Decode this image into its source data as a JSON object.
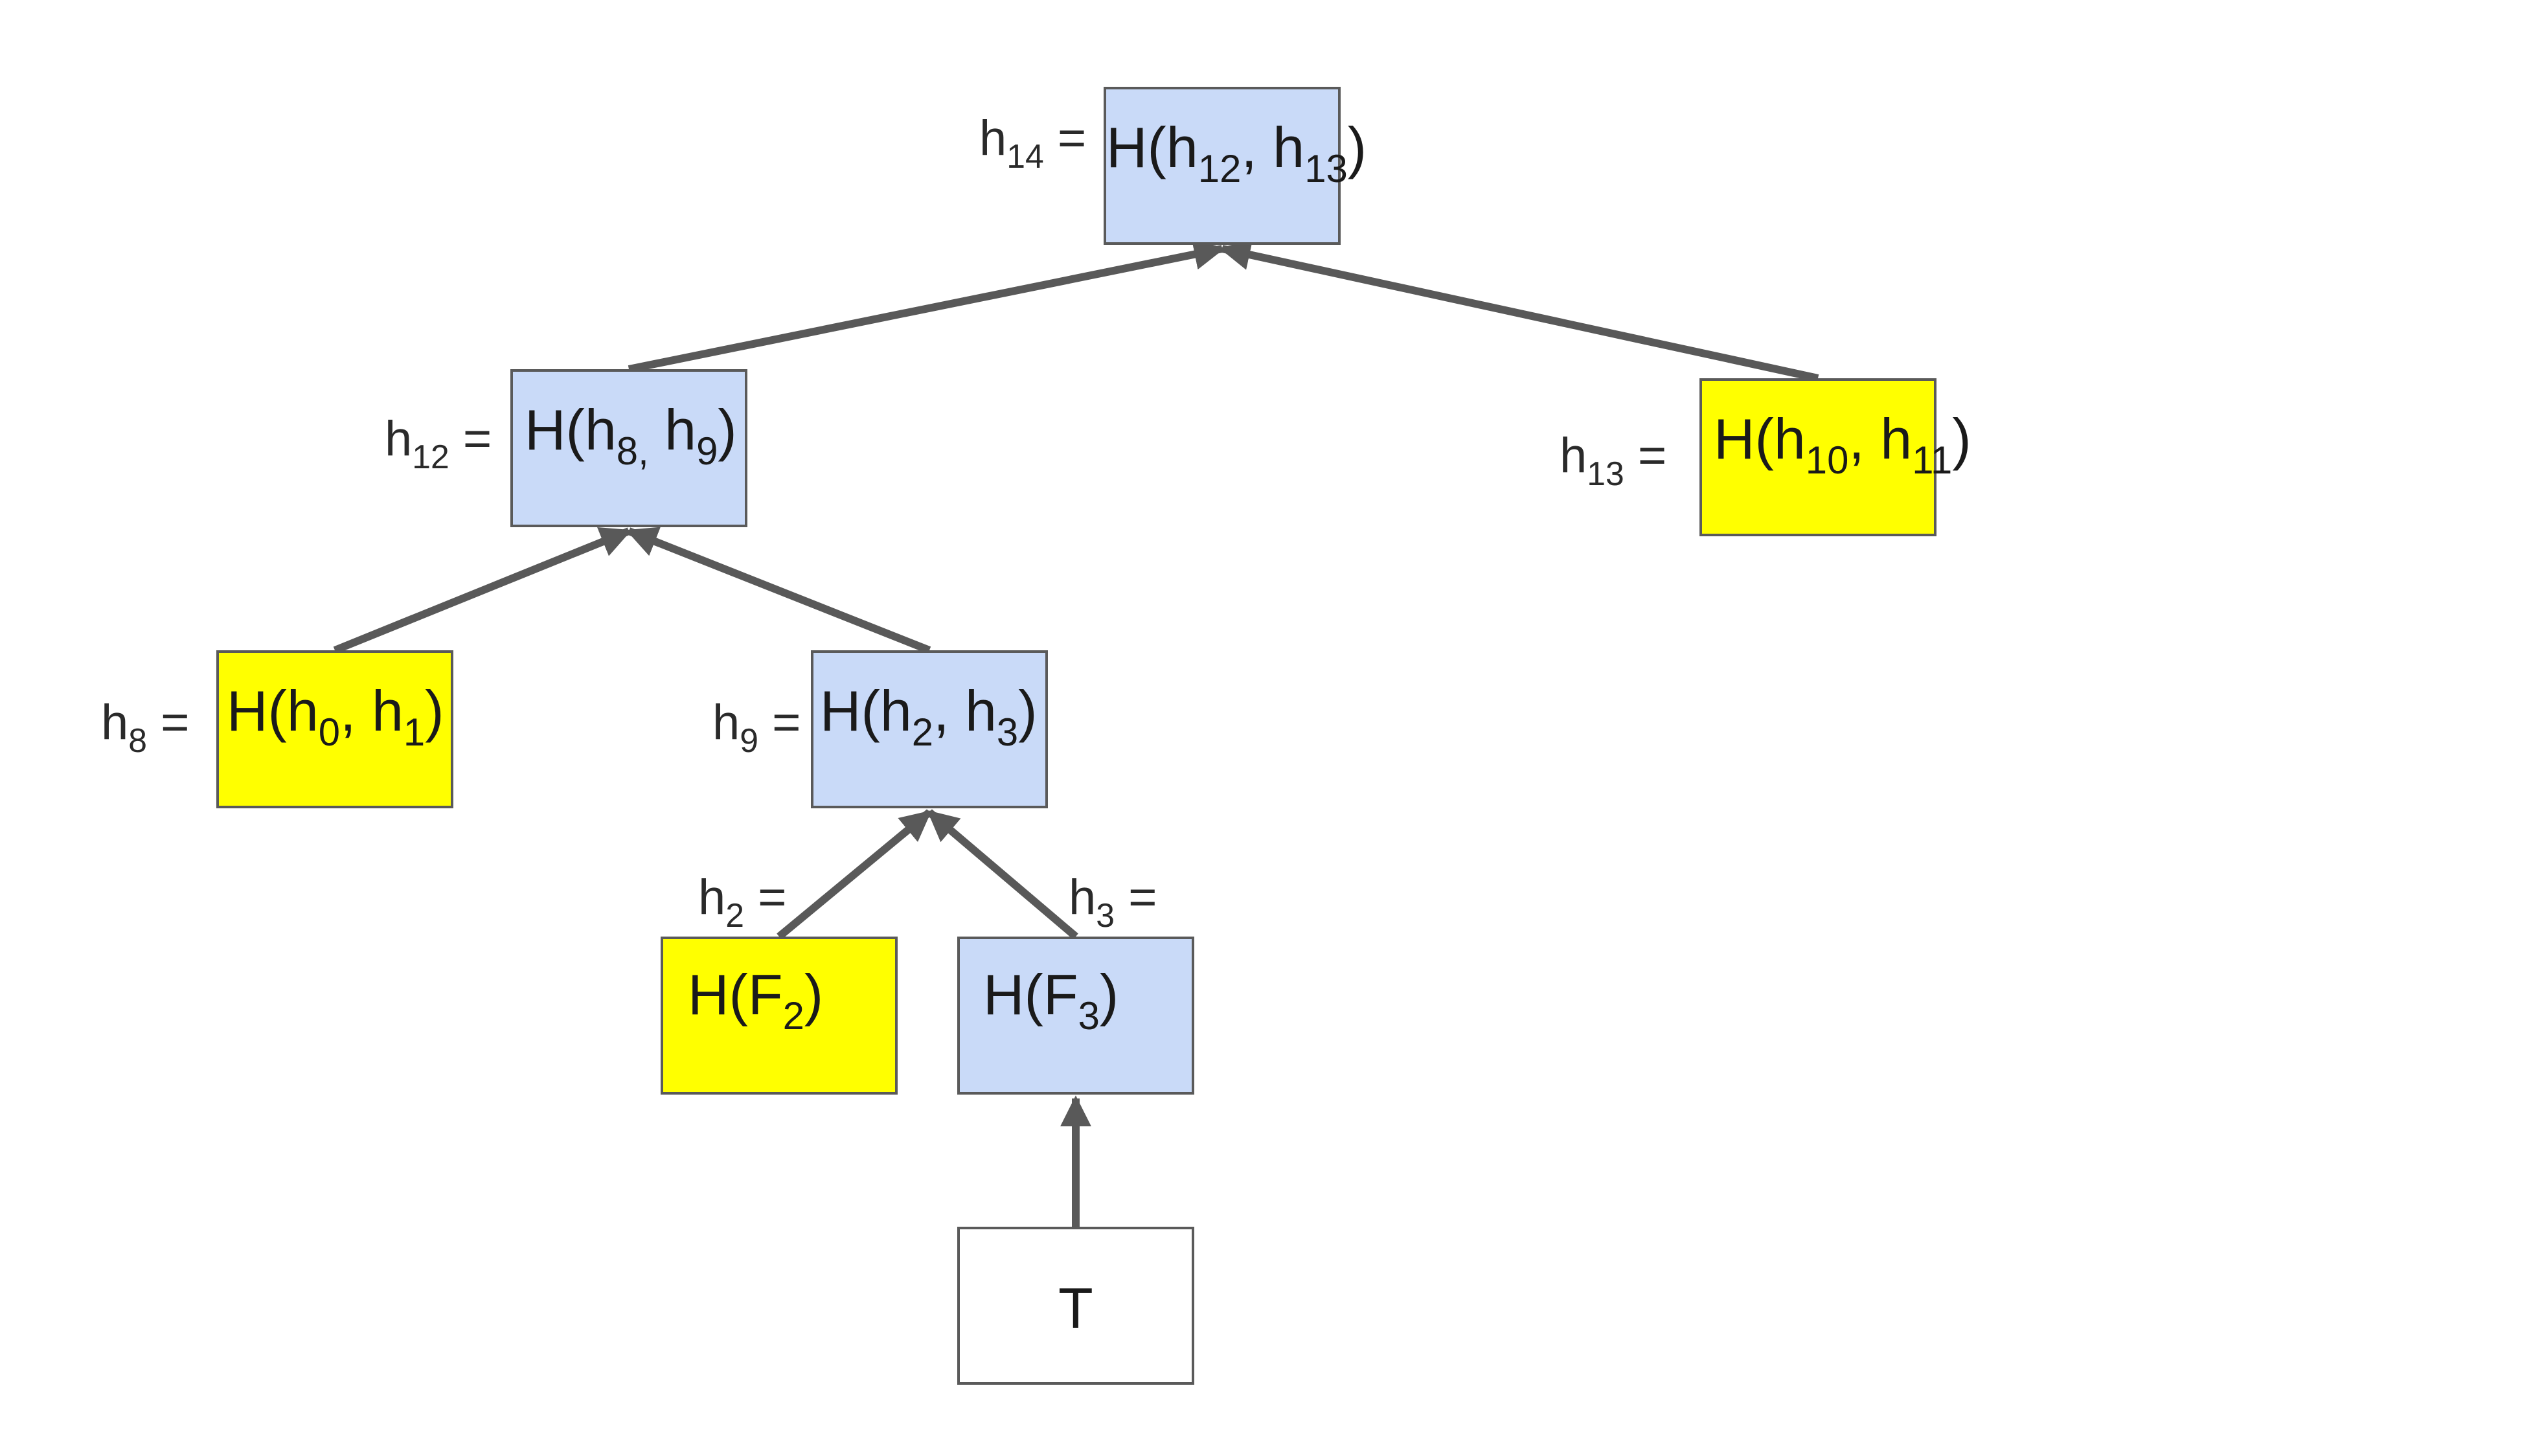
{
  "colors": {
    "highlight_fill": "#ffff00",
    "path_fill": "#c9daf8",
    "plain_fill": "#ffffff",
    "border": "#5a5a5a",
    "edge": "#595959"
  },
  "nodes": [
    {
      "id": "h14",
      "label_sym": "h",
      "label_sub": "14",
      "label_eq": " =",
      "text_pre": "H(h",
      "text_sub1": "12",
      "text_mid": ", h",
      "text_sub2": "13",
      "text_post": ")",
      "fill": "path"
    },
    {
      "id": "h12",
      "label_sym": "h",
      "label_sub": "12",
      "label_eq": " =",
      "text_pre": "H(h",
      "text_sub1": "8,",
      "text_mid": " h",
      "text_sub2": "9",
      "text_post": ")",
      "fill": "path"
    },
    {
      "id": "h13",
      "label_sym": "h",
      "label_sub": "13",
      "label_eq": " =",
      "text_pre": "H(h",
      "text_sub1": "10",
      "text_mid": ", h",
      "text_sub2": "11",
      "text_post": ")",
      "fill": "highlight"
    },
    {
      "id": "h8",
      "label_sym": "h",
      "label_sub": "8",
      "label_eq": " =",
      "text_pre": "H(h",
      "text_sub1": "0",
      "text_mid": ", h",
      "text_sub2": "1",
      "text_post": ")",
      "fill": "highlight"
    },
    {
      "id": "h9",
      "label_sym": "h",
      "label_sub": "9",
      "label_eq": " =",
      "text_pre": "H(h",
      "text_sub1": "2",
      "text_mid": ", h",
      "text_sub2": "3",
      "text_post": ")",
      "fill": "path"
    },
    {
      "id": "h2",
      "label_sym": "h",
      "label_sub": "2",
      "label_eq": " =",
      "text_pre": "H(F",
      "text_sub1": "2",
      "text_mid": "",
      "text_sub2": "",
      "text_post": ")",
      "fill": "highlight"
    },
    {
      "id": "h3",
      "label_sym": "h",
      "label_sub": "3",
      "label_eq": " =",
      "text_pre": "H(F",
      "text_sub1": "3",
      "text_mid": "",
      "text_sub2": "",
      "text_post": ")",
      "fill": "path"
    },
    {
      "id": "T",
      "label_sym": "",
      "label_sub": "",
      "label_eq": "",
      "text_pre": "T",
      "text_sub1": "",
      "text_mid": "",
      "text_sub2": "",
      "text_post": "",
      "fill": "plain"
    }
  ],
  "edges": [
    {
      "from": "h12",
      "to": "h14"
    },
    {
      "from": "h13",
      "to": "h14"
    },
    {
      "from": "h8",
      "to": "h12"
    },
    {
      "from": "h9",
      "to": "h12"
    },
    {
      "from": "h2",
      "to": "h9"
    },
    {
      "from": "h3",
      "to": "h9"
    },
    {
      "from": "T",
      "to": "h3"
    }
  ]
}
